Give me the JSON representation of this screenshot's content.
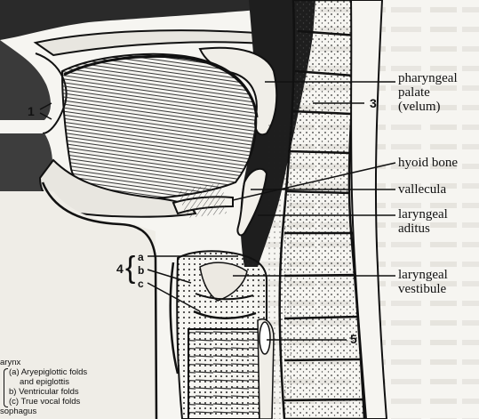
{
  "labels": {
    "pharyngeal_palate": [
      "pharyngeal",
      "palate",
      "(velum)"
    ],
    "hyoid_bone": "hyoid bone",
    "vallecula": "vallecula",
    "laryngeal_aditus": [
      "laryngeal",
      "aditus"
    ],
    "laryngeal_vestibule": [
      "laryngeal",
      "vestibule"
    ]
  },
  "numbers": {
    "n1": "1",
    "n3": "3",
    "n4": "4",
    "n5": "5"
  },
  "sublabels": {
    "a": "a",
    "b": "b",
    "c": "c"
  },
  "legend": {
    "heading": "arynx",
    "items": [
      "(a) Aryepiglottic folds",
      "and epiglottis",
      "b) Ventricular folds",
      "(c) True vocal folds"
    ],
    "footer": "sophagus"
  }
}
